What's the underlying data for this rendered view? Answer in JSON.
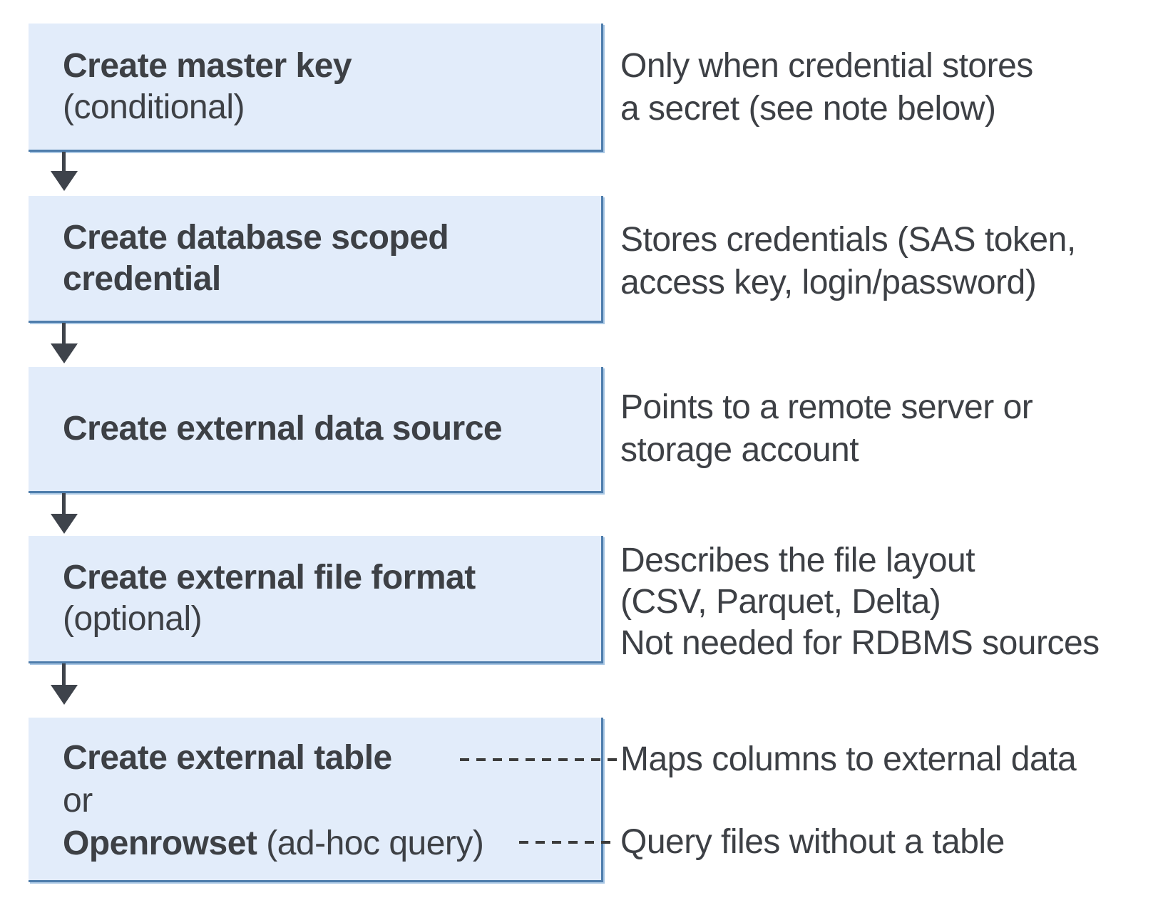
{
  "colors": {
    "box_fill": "#e2ecfa",
    "box_border": "#4e7dac",
    "box_border_light": "#a9c7e4",
    "text": "#3d4045",
    "arrow": "#3e434b",
    "dash": "#3c3c3c",
    "background": "#ffffff"
  },
  "flowchart": {
    "boxes": [
      {
        "title": "Create master key",
        "qualifier": "(conditional)"
      },
      {
        "title": "Create database scoped credential"
      },
      {
        "title": "Create external data source"
      },
      {
        "title": "Create external file format",
        "qualifier": "(optional)"
      },
      {
        "title": "Create external table",
        "connector_word": "or",
        "alt_title": "Openrowset",
        "alt_qualifier": "(ad-hoc query)"
      }
    ],
    "notes": [
      {
        "lines": [
          "Only when credential stores",
          "a secret (see note below)"
        ]
      },
      {
        "lines": [
          "Stores credentials (SAS token,",
          "access key, login/password)"
        ]
      },
      {
        "lines": [
          "Points to a remote server or",
          "storage account"
        ]
      },
      {
        "lines": [
          "Describes the file layout",
          "(CSV, Parquet, Delta)",
          "Not needed for RDBMS sources"
        ]
      },
      {
        "lines": [
          "Maps columns to external data"
        ]
      },
      {
        "lines": [
          "Query files without a table"
        ]
      }
    ]
  }
}
